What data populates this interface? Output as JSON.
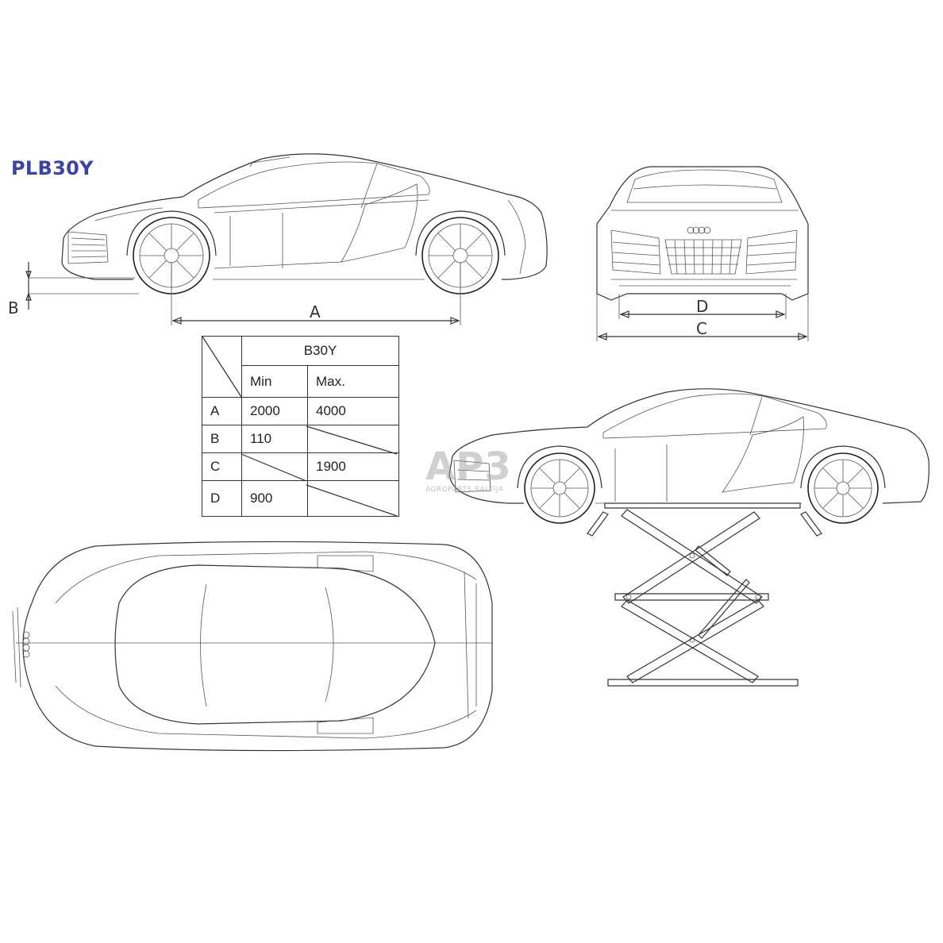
{
  "title": "PLB30Y",
  "dimension_labels": {
    "a": "A",
    "b": "B",
    "c": "C",
    "d": "D"
  },
  "table": {
    "model": "B30Y",
    "col_min": "Min",
    "col_max": "Max.",
    "rows": [
      {
        "label": "A",
        "min": "2000",
        "max": "4000"
      },
      {
        "label": "B",
        "min": "110",
        "max": ""
      },
      {
        "label": "C",
        "min": "",
        "max": "1900"
      },
      {
        "label": "D",
        "min": "900",
        "max": ""
      }
    ]
  },
  "watermark": {
    "logo": "AP3",
    "subtitle": "AGROPARTS BALTIJA"
  }
}
